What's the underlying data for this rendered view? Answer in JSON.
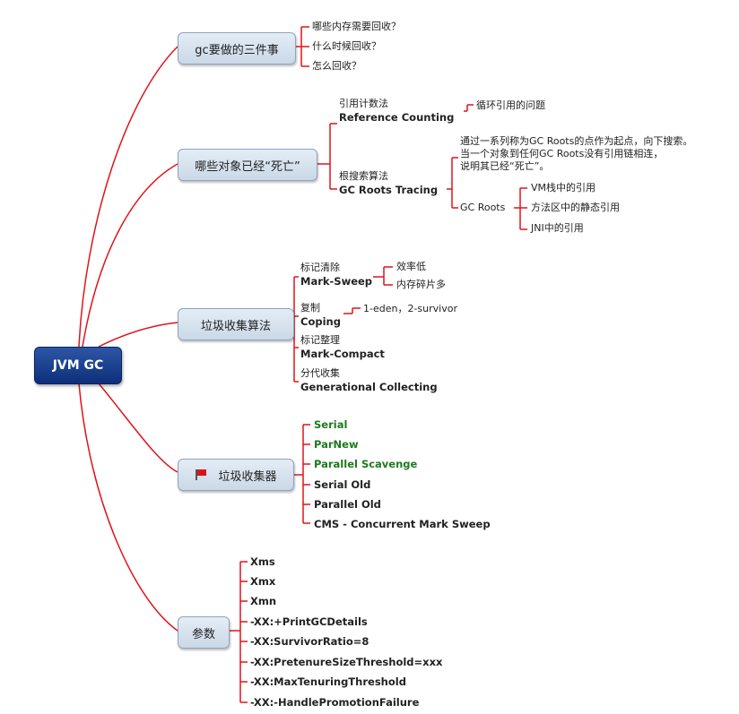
{
  "root": "JVM GC",
  "branches": {
    "gc_tasks": {
      "label": "gc要做的三件事",
      "items": [
        "哪些内存需要回收？",
        "什么时候回收？",
        "怎么回收？"
      ]
    },
    "dead": {
      "label": "哪些对象已经“死亡”",
      "refcount_cn": "引用计数法",
      "refcount_en": "Reference Counting",
      "refcount_note": "循环引用的问题",
      "roots_cn": "根搜索算法",
      "roots_en": "GC Roots Tracing",
      "roots_desc": [
        "通过一系列称为GC Roots的点作为起点，向下搜索。",
        "当一个对象到任何GC Roots没有引用链相连，",
        "说明其已经“死亡”。"
      ],
      "gcroots_label": "GC Roots",
      "gcroots_items": [
        "VM栈中的引用",
        "方法区中的静态引用",
        "JNI中的引用"
      ]
    },
    "algorithms": {
      "label": "垃圾收集算法",
      "ms_cn": "标记清除",
      "ms_en": "Mark-Sweep",
      "ms_notes": [
        "效率低",
        "内存碎片多"
      ],
      "cp_cn": "复制",
      "cp_en": "Coping",
      "cp_note": "1-eden，2-survivor",
      "mc_cn": "标记整理",
      "mc_en": "Mark-Compact",
      "gen_cn": "分代收集",
      "gen_en": "Generational Collecting"
    },
    "collectors": {
      "label": "垃圾收集器",
      "icon": "flag-icon",
      "items": [
        "Serial",
        "ParNew",
        "Parallel Scavenge",
        "Serial Old",
        "Parallel Old",
        "CMS - Concurrent Mark Sweep"
      ]
    },
    "params": {
      "label": "参数",
      "items": [
        "Xms",
        "Xmx",
        "Xmn",
        "-XX:+PrintGCDetails",
        "-XX:SurvivorRatio=8",
        "-XX:PretenureSizeThreshold=xxx",
        "-XX:MaxTenuringThreshold",
        "-XX:-HandlePromotionFailure"
      ]
    }
  },
  "colors": {
    "edge": "#e0141a",
    "young_collector": "#1d7a1d",
    "root_fill": "#1a3f8f"
  }
}
